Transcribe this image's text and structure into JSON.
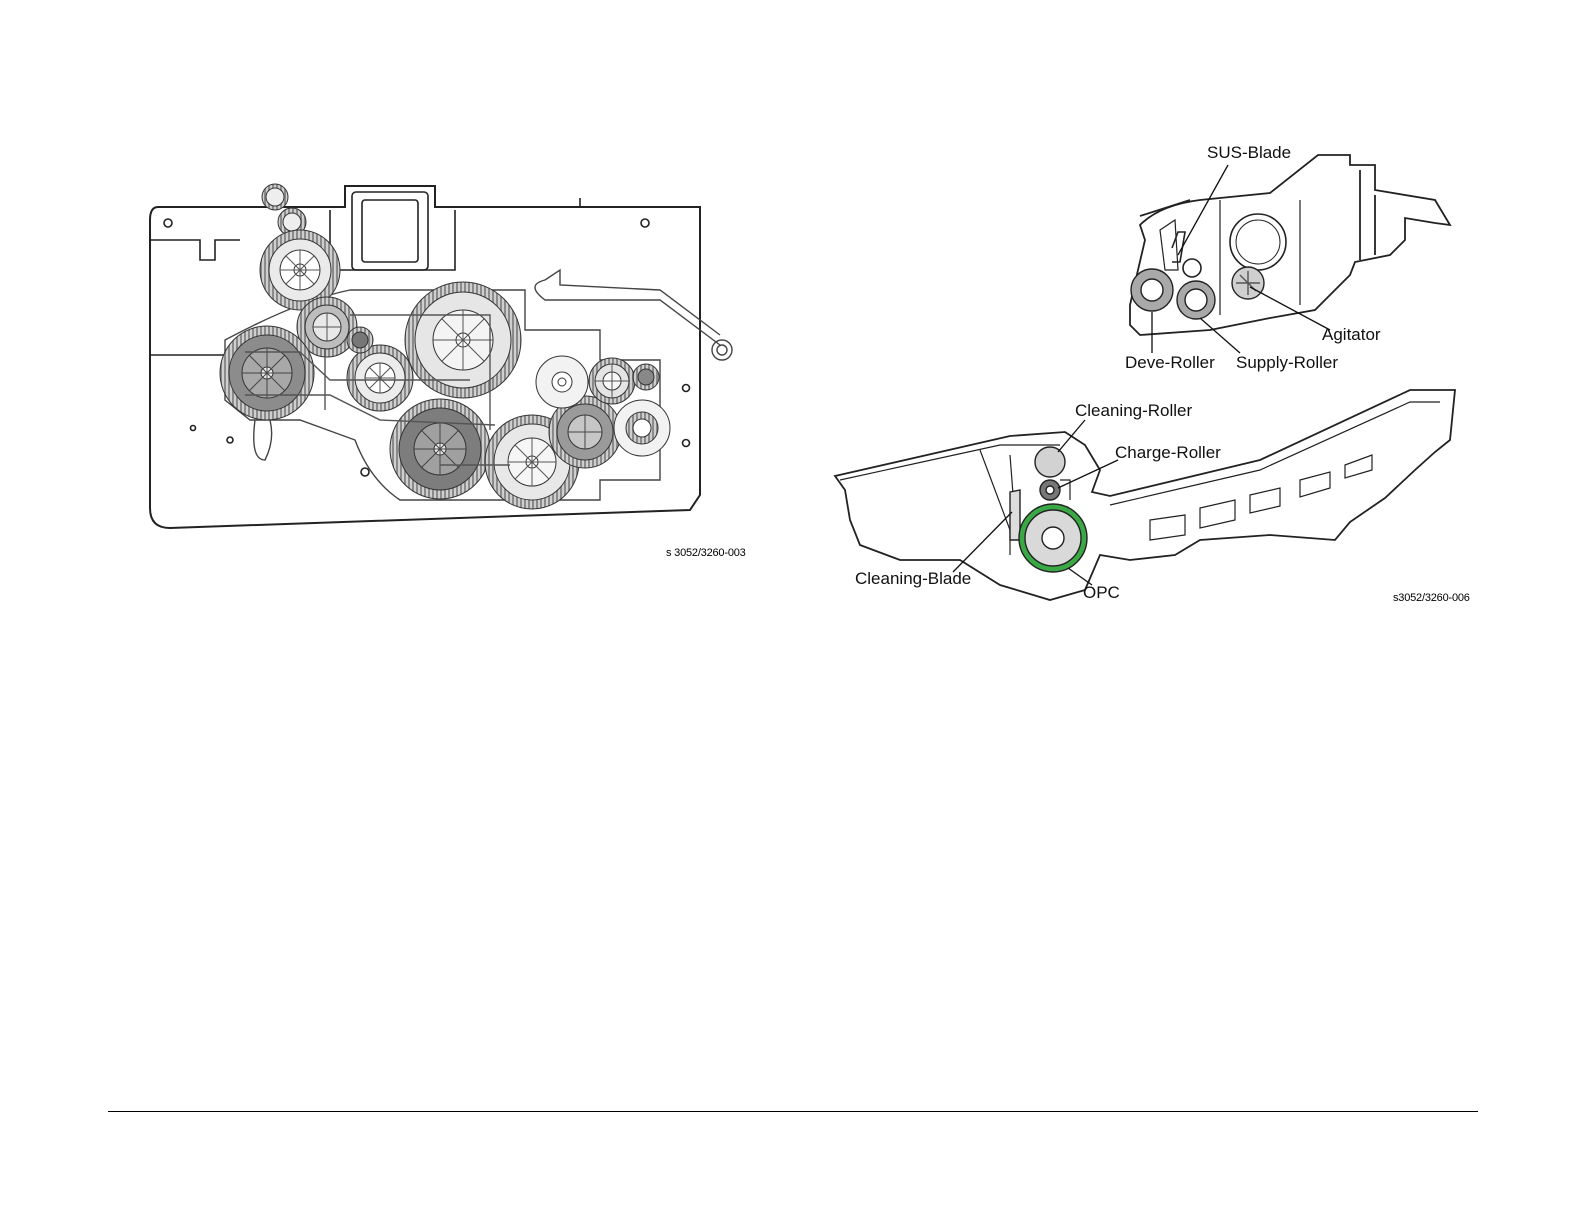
{
  "figure_gear": {
    "id_label": "s 3052/3260-003"
  },
  "figure_cartridge": {
    "id_label": "s3052/3260-006",
    "labels": {
      "sus_blade": "SUS-Blade",
      "agitator": "Agitator",
      "deve_roller": "Deve-Roller",
      "supply_roller": "Supply-Roller",
      "cleaning_roller": "Cleaning-Roller",
      "charge_roller": "Charge-Roller",
      "cleaning_blade": "Cleaning-Blade",
      "opc": "OPC"
    },
    "highlight_color": "#3aa845"
  }
}
